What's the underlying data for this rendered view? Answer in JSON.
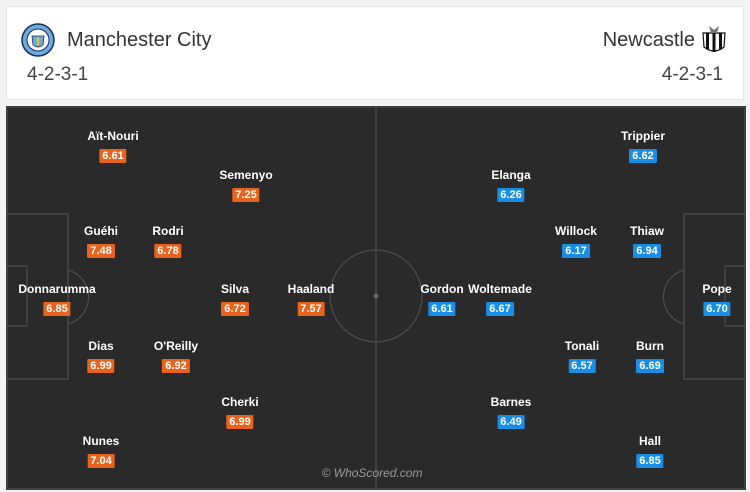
{
  "home": {
    "name": "Manchester City",
    "formation": "4-2-3-1",
    "badge_icon": "manchester-city-crest-icon",
    "color": "#e8631e",
    "players": [
      {
        "name": "Aït-Nouri",
        "rating": "6.61"
      },
      {
        "name": "Semenyo",
        "rating": "7.25"
      },
      {
        "name": "Guéhi",
        "rating": "7.48"
      },
      {
        "name": "Rodri",
        "rating": "6.78"
      },
      {
        "name": "Donnarumma",
        "rating": "6.85"
      },
      {
        "name": "Silva",
        "rating": "6.72"
      },
      {
        "name": "Haaland",
        "rating": "7.57"
      },
      {
        "name": "Dias",
        "rating": "6.99"
      },
      {
        "name": "O'Reilly",
        "rating": "6.92"
      },
      {
        "name": "Cherki",
        "rating": "6.99"
      },
      {
        "name": "Nunes",
        "rating": "7.04"
      }
    ]
  },
  "away": {
    "name": "Newcastle",
    "formation": "4-2-3-1",
    "badge_icon": "newcastle-crest-icon",
    "color": "#1a8de4",
    "players": [
      {
        "name": "Trippier",
        "rating": "6.62"
      },
      {
        "name": "Elanga",
        "rating": "6.26"
      },
      {
        "name": "Willock",
        "rating": "6.17"
      },
      {
        "name": "Thiaw",
        "rating": "6.94"
      },
      {
        "name": "Gordon",
        "rating": "6.61"
      },
      {
        "name": "Woltemade",
        "rating": "6.67"
      },
      {
        "name": "Pope",
        "rating": "6.70"
      },
      {
        "name": "Tonali",
        "rating": "6.57"
      },
      {
        "name": "Burn",
        "rating": "6.69"
      },
      {
        "name": "Barnes",
        "rating": "6.49"
      },
      {
        "name": "Hall",
        "rating": "6.85"
      }
    ]
  },
  "watermark": "© WhoScored.com"
}
